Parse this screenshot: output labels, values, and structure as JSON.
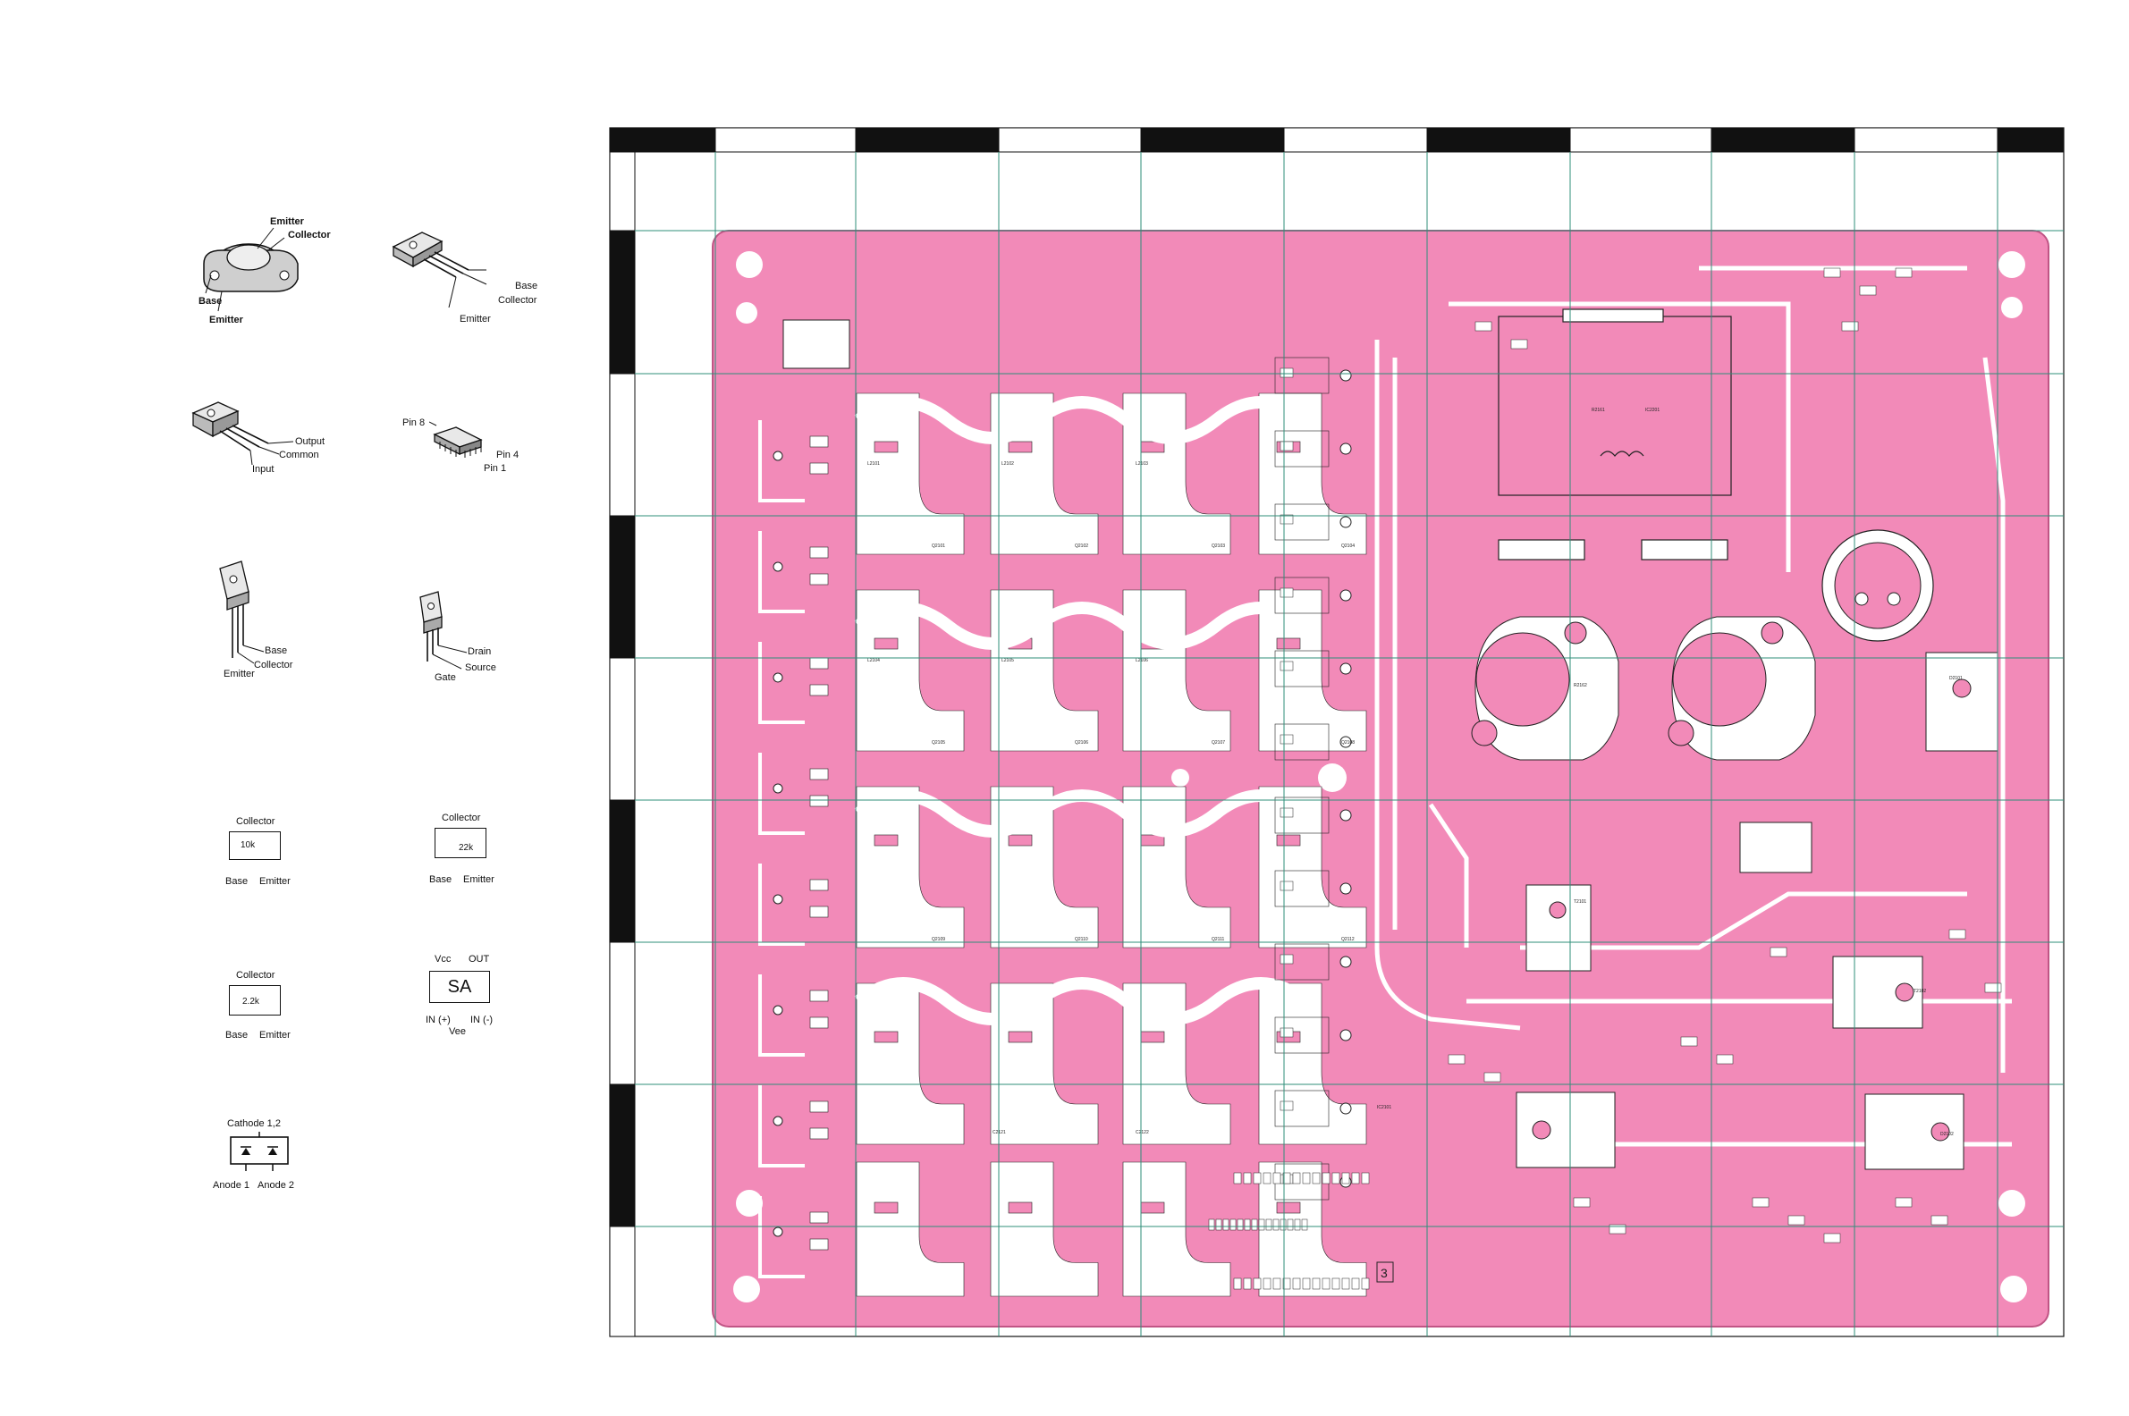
{
  "packages": {
    "to3": {
      "emitter_top": "Emitter",
      "collector": "Collector",
      "base": "Base",
      "emitter_bottom": "Emitter"
    },
    "to220_bce": {
      "base": "Base",
      "collector": "Collector",
      "emitter": "Emitter"
    },
    "regulator": {
      "output": "Output",
      "common": "Common",
      "input": "Input"
    },
    "sip": {
      "pin8": "Pin 8",
      "pin4": "Pin 4",
      "pin1": "Pin 1"
    },
    "to126": {
      "base": "Base",
      "collector": "Collector",
      "emitter": "Emitter"
    },
    "fet": {
      "drain": "Drain",
      "source": "Source",
      "gate": "Gate"
    },
    "digi_10k": {
      "collector": "Collector",
      "value": "10k",
      "base": "Base",
      "emitter": "Emitter"
    },
    "digi_22k": {
      "collector": "Collector",
      "value": "22k",
      "base": "Base",
      "emitter": "Emitter"
    },
    "digi_2k2": {
      "collector": "Collector",
      "value": "2.2k",
      "base": "Base",
      "emitter": "Emitter"
    },
    "opamp_sa": {
      "vcc": "Vcc",
      "out": "OUT",
      "mark": "SA",
      "in_plus": "IN (+)",
      "in_minus": "IN (-)",
      "vee": "Vee"
    },
    "dual_diode": {
      "cathode": "Cathode 1,2",
      "anode1": "Anode 1",
      "anode2": "Anode 2"
    }
  },
  "board": {
    "colors": {
      "substrate": "#f28ab8",
      "copper_clear": "#ffffff",
      "grid": "#2f8f7a",
      "ruler_dark": "#111111"
    },
    "corner_badge": "3",
    "ref_labels": [
      "Q2101",
      "Q2102",
      "Q2103",
      "Q2104",
      "Q2105",
      "Q2106",
      "Q2107",
      "Q2108",
      "Q2109",
      "Q2110",
      "Q2111",
      "Q2112",
      "L2101",
      "L2102",
      "L2103",
      "L2104",
      "L2105",
      "L2106",
      "C2121",
      "C2122",
      "R2161",
      "R2162",
      "IC2101",
      "IC2201",
      "T2101",
      "T2102",
      "D2101",
      "D2102"
    ]
  }
}
